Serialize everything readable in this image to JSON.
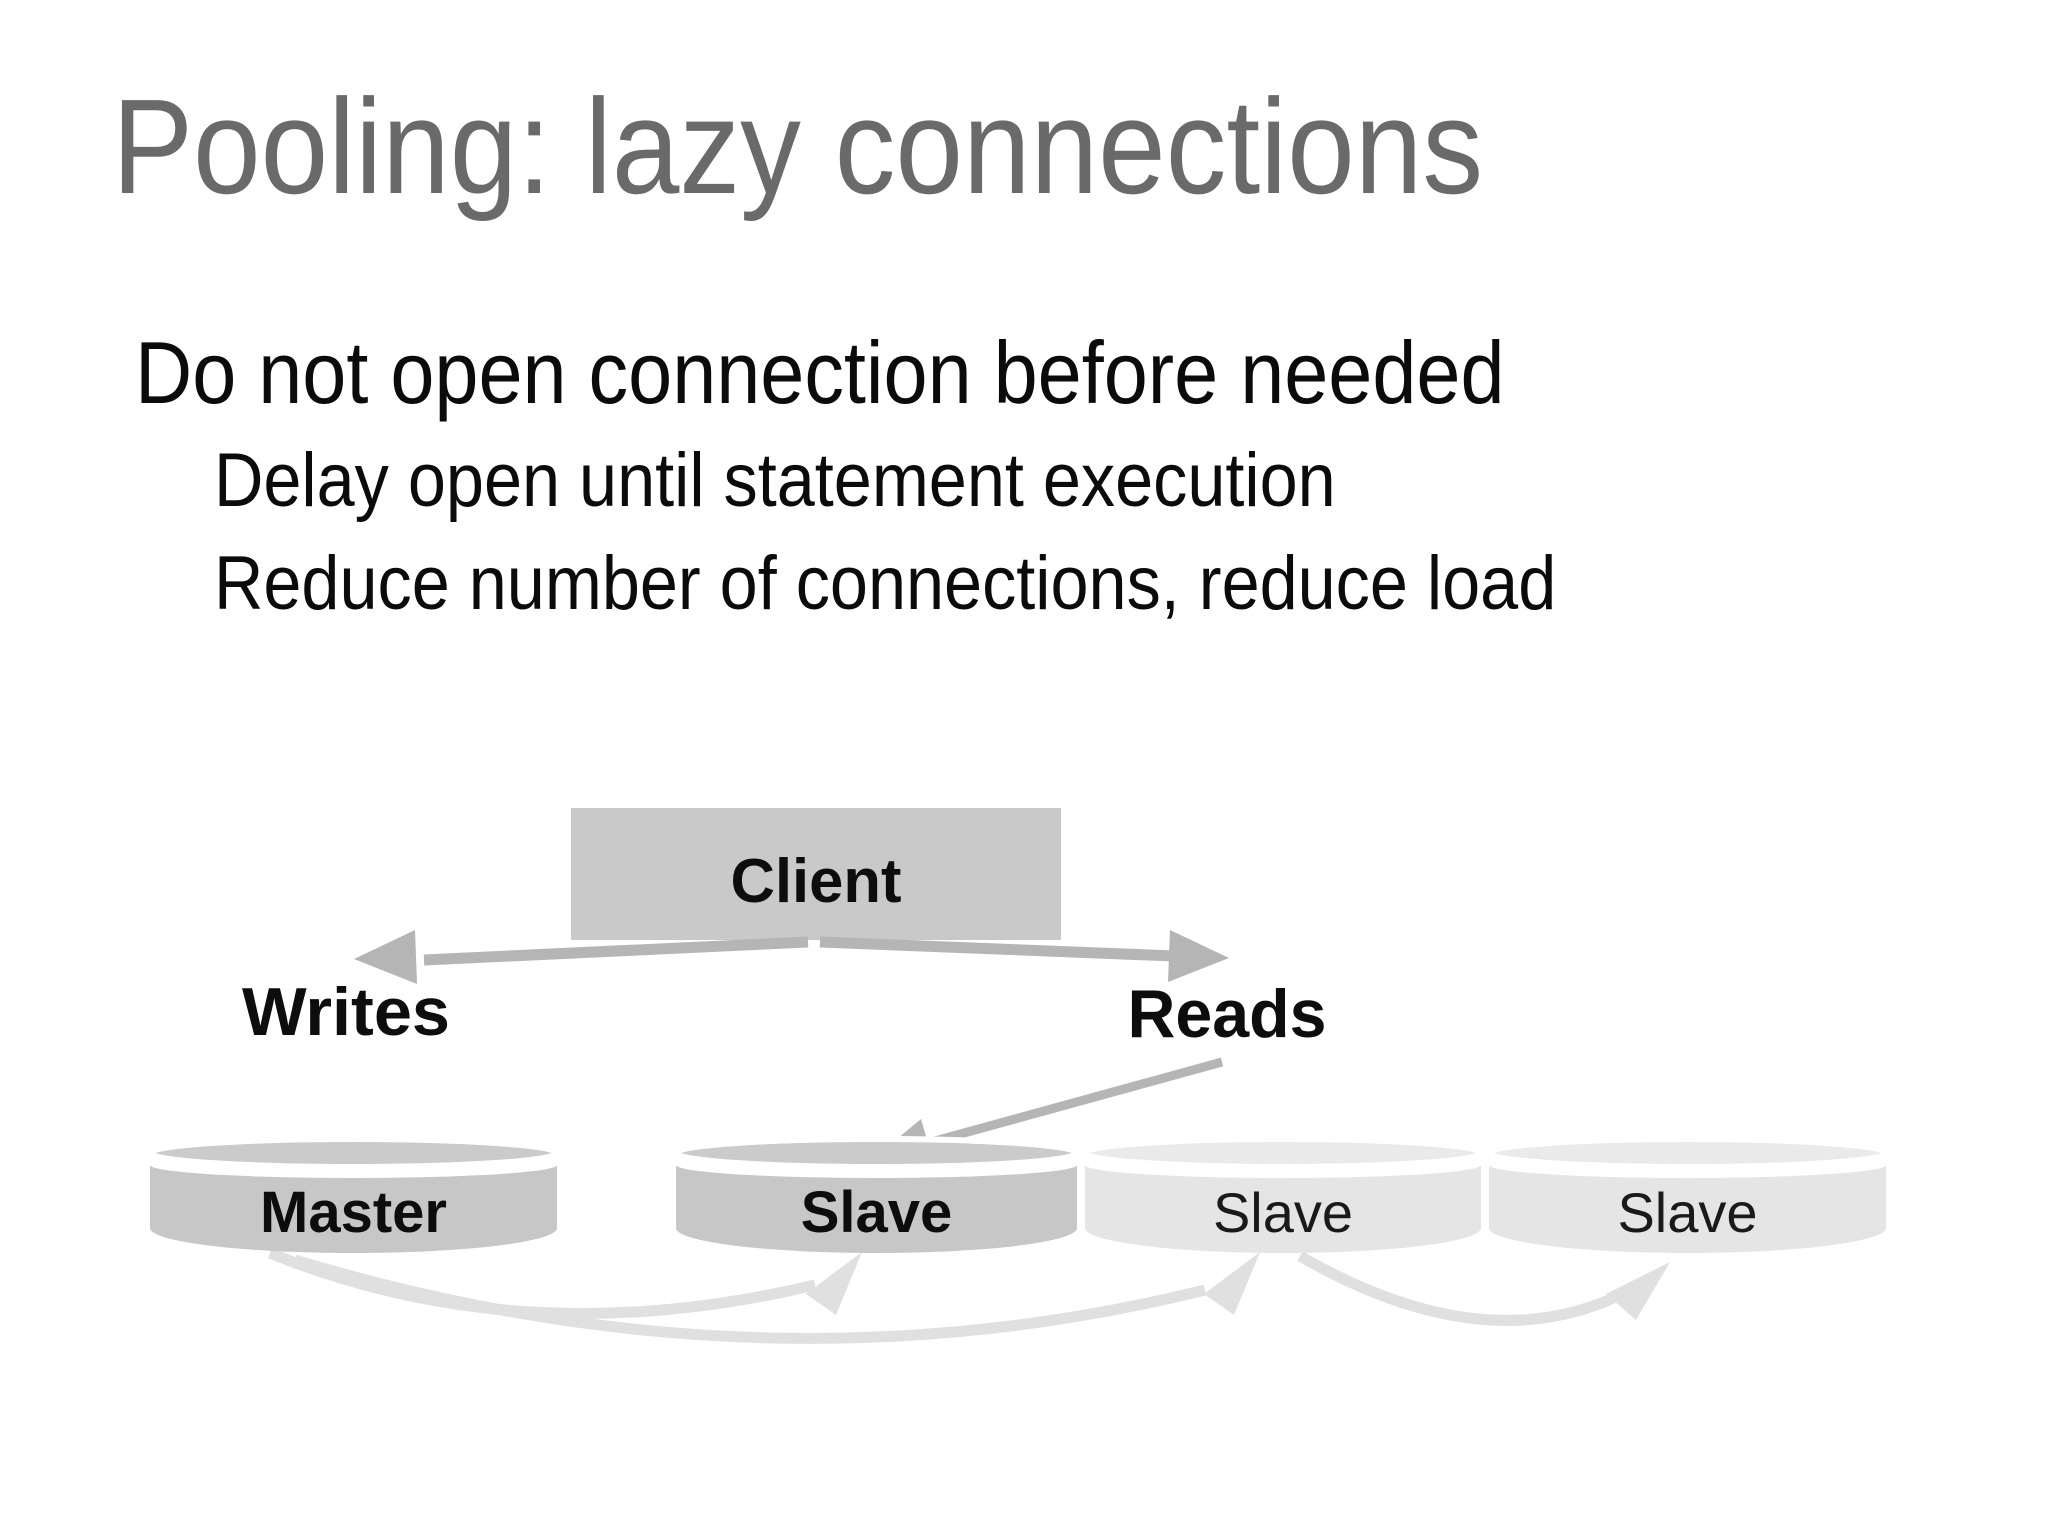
{
  "slide": {
    "title": "Pooling: lazy connections",
    "heading": "Do not open connection before needed",
    "bullets": [
      "Delay open until statement execution",
      "Reduce number of connections, reduce load"
    ]
  },
  "diagram": {
    "client_label": "Client",
    "writes_label": "Writes",
    "reads_label": "Reads",
    "databases": [
      {
        "label": "Master",
        "emphasis": "bold"
      },
      {
        "label": "Slave",
        "emphasis": "bold"
      },
      {
        "label": "Slave",
        "emphasis": "normal"
      },
      {
        "label": "Slave",
        "emphasis": "normal"
      }
    ],
    "colors": {
      "title_gray": "#6a6a6a",
      "client_box_gray": "#c9c9c9",
      "dark_cylinder_gray": "#c7c7c7",
      "light_cylinder_gray": "#e5e5e5",
      "arrow_gray": "#b5b5b5",
      "replication_arrow_gray": "#e0e0e0"
    }
  }
}
